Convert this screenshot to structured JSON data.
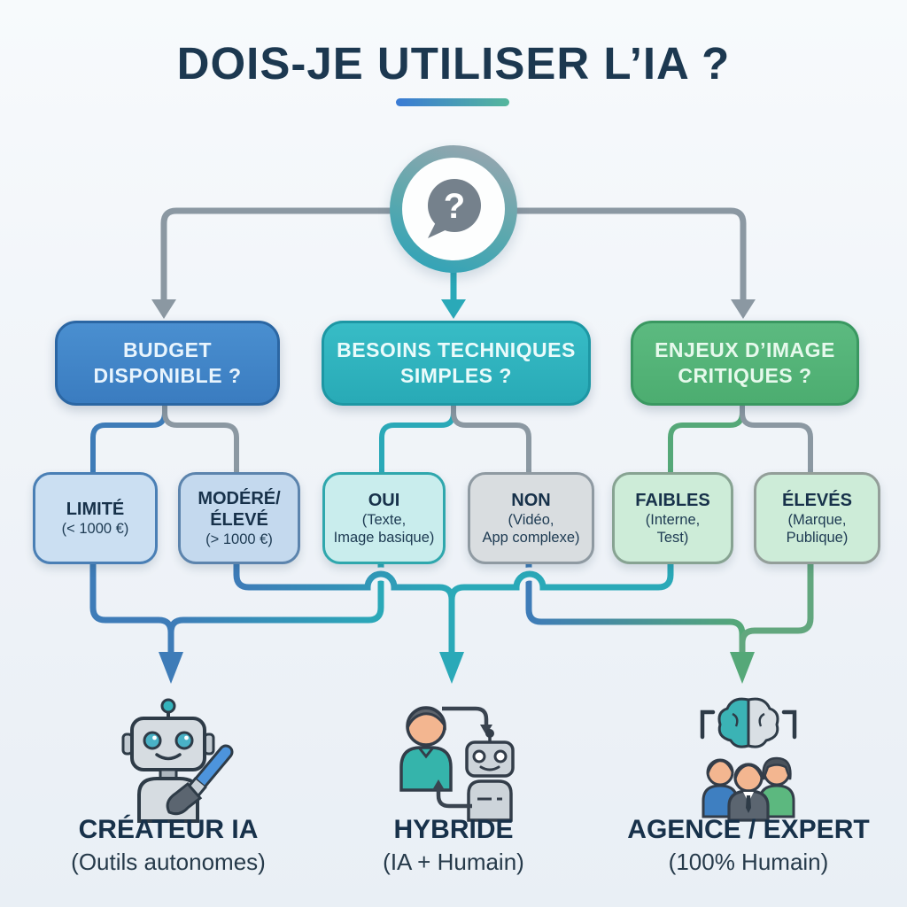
{
  "title": "DOIS-JE UTILISER L’IA ?",
  "root": {
    "icon": "question-bubble-icon",
    "glyph": "?"
  },
  "decisions": [
    {
      "line1": "BUDGET",
      "line2": "DISPONIBLE ?"
    },
    {
      "line1": "BESOINS TECHNIQUES",
      "line2": "SIMPLES ?"
    },
    {
      "line1": "ENJEUX D’IMAGE",
      "line2": "CRITIQUES ?"
    }
  ],
  "options": [
    {
      "title": "LIMITÉ",
      "sub": "(< 1000 €)"
    },
    {
      "title_a": "MODÉRÉ/",
      "title_b": "ÉLEVÉ",
      "sub": "(> 1000 €)"
    },
    {
      "title": "OUI",
      "sub_a": "(Texte,",
      "sub_b": "Image basique)"
    },
    {
      "title": "NON",
      "sub_a": "(Vidéo,",
      "sub_b": "App complexe)"
    },
    {
      "title": "FAIBLES",
      "sub_a": "(Interne,",
      "sub_b": "Test)"
    },
    {
      "title": "ÉLEVÉS",
      "sub_a": "(Marque,",
      "sub_b": "Publique)"
    }
  ],
  "outcomes": [
    {
      "title": "CRÉATEUR IA",
      "subtitle": "(Outils autonomes)",
      "icon": "robot-painter-icon"
    },
    {
      "title": "HYBRIDE",
      "subtitle": "(IA + Humain)",
      "icon": "human-robot-loop-icon"
    },
    {
      "title": "AGENCE / EXPERT",
      "subtitle": "(100% Humain)",
      "icon": "team-brain-icon"
    }
  ],
  "colors": {
    "title_text": "#1C3850",
    "underline_start": "#3A7BD5",
    "underline_end": "#55B79C",
    "connector_gray": "#8B98A2",
    "flow_blue": "#3E7CB8",
    "flow_teal": "#2AA9B8",
    "flow_green": "#55A878",
    "decision_blue": "#3E82C4",
    "decision_teal": "#2EB2BC",
    "decision_green": "#52B277",
    "option_light_blue": "#CBDFF2",
    "option_light_teal": "#C9EDED",
    "option_light_gray": "#D9DDE0",
    "option_light_green": "#CDECD8"
  }
}
